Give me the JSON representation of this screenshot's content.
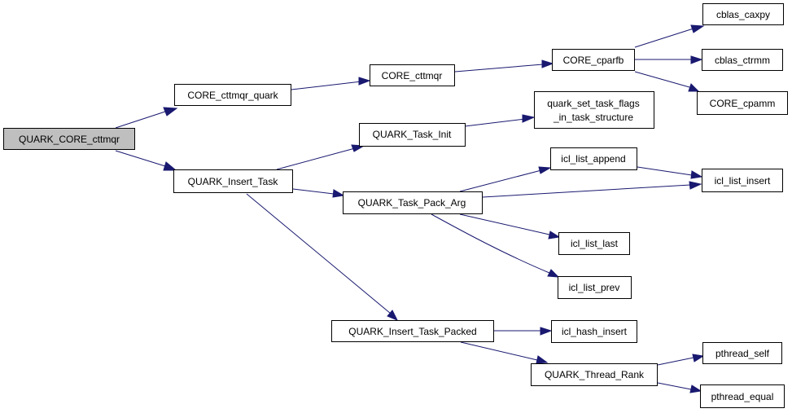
{
  "colors": {
    "edge": "#191970",
    "root_fill": "#bfbfbf",
    "node_fill": "#ffffff",
    "border": "#000000"
  },
  "nodes": {
    "root": [
      "QUARK_CORE_cttmqr"
    ],
    "core_cttmqr_quark": [
      "CORE_cttmqr_quark"
    ],
    "quark_insert_task": [
      "QUARK_Insert_Task"
    ],
    "core_cttmqr": [
      "CORE_cttmqr"
    ],
    "core_cparfb": [
      "CORE_cparfb"
    ],
    "cblas_caxpy": [
      "cblas_caxpy"
    ],
    "cblas_ctrmm": [
      "cblas_ctrmm"
    ],
    "core_cpamm": [
      "CORE_cpamm"
    ],
    "quark_task_init": [
      "QUARK_Task_Init"
    ],
    "quark_set_task_flags": [
      "quark_set_task_flags",
      "_in_task_structure"
    ],
    "quark_task_pack_arg": [
      "QUARK_Task_Pack_Arg"
    ],
    "icl_list_append": [
      "icl_list_append"
    ],
    "icl_list_insert": [
      "icl_list_insert"
    ],
    "icl_list_last": [
      "icl_list_last"
    ],
    "icl_list_prev": [
      "icl_list_prev"
    ],
    "quark_insert_task_packed": [
      "QUARK_Insert_Task_Packed"
    ],
    "icl_hash_insert": [
      "icl_hash_insert"
    ],
    "quark_thread_rank": [
      "QUARK_Thread_Rank"
    ],
    "pthread_self": [
      "pthread_self"
    ],
    "pthread_equal": [
      "pthread_equal"
    ]
  }
}
